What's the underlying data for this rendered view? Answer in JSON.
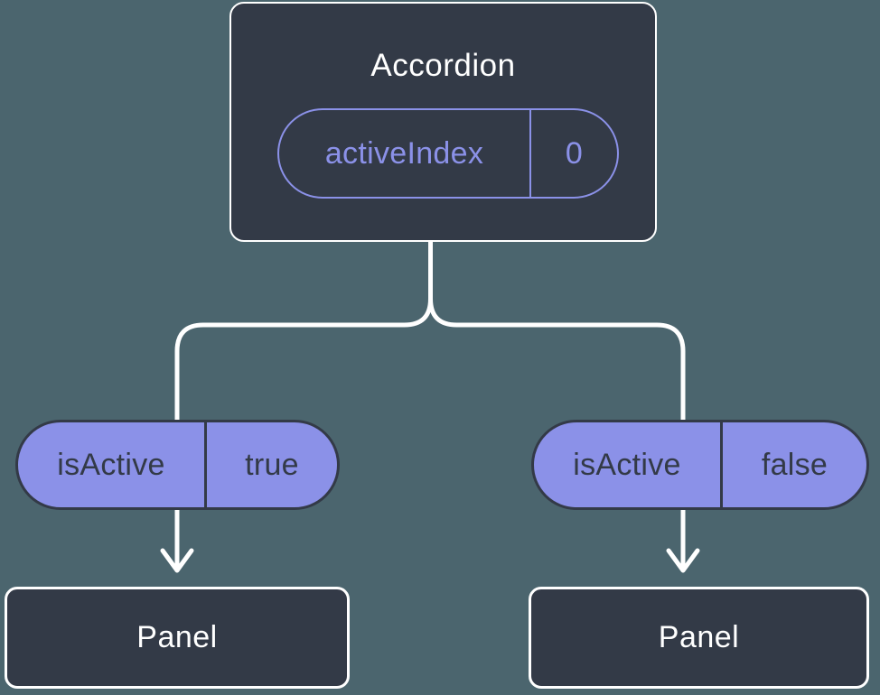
{
  "colors": {
    "background": "#4b656e",
    "node_bg": "#333a47",
    "node_border": "#ffffff",
    "accent_purple": "#8b91e8",
    "pill_text": "#333a47",
    "line": "#ffffff",
    "text_light": "#ffffff"
  },
  "tree": {
    "root": {
      "label": "Accordion",
      "prop_name": "activeIndex",
      "prop_value": "0"
    },
    "branches": [
      {
        "prop_name": "isActive",
        "prop_value": "true",
        "child_label": "Panel"
      },
      {
        "prop_name": "isActive",
        "prop_value": "false",
        "child_label": "Panel"
      }
    ]
  }
}
